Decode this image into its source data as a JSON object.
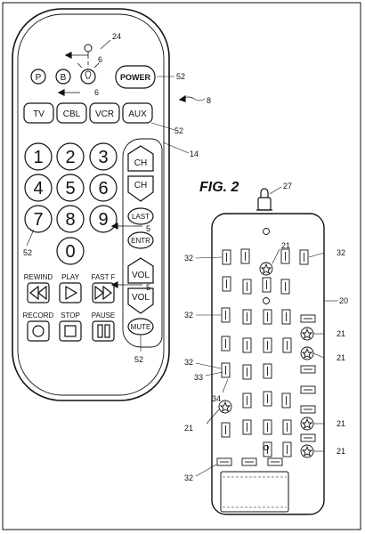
{
  "figure_title": "FIG. 2",
  "remote": {
    "source_buttons": [
      "P",
      "B"
    ],
    "power_label": "POWER",
    "mode_buttons": [
      "TV",
      "CBL",
      "VCR",
      "AUX"
    ],
    "digits": [
      "1",
      "2",
      "3",
      "4",
      "5",
      "6",
      "7",
      "8",
      "9",
      "0"
    ],
    "channel": {
      "up": "CH",
      "down": "CH",
      "last": "LAST",
      "enter": "ENTR"
    },
    "volume": {
      "up": "VOL",
      "down": "VOL",
      "mute": "MUTE"
    },
    "transport_captions": [
      "REWIND",
      "PLAY",
      "FAST F",
      "RECORD",
      "STOP",
      "PAUSE"
    ]
  },
  "reference_numerals": {
    "remote": "8",
    "panel": "14",
    "power": "52",
    "mode_row": "52",
    "digit_7": "52",
    "mute": "52",
    "indicator": "24",
    "arrow_a": "6",
    "arrow_b": "6",
    "section_a": "5",
    "section_b": "5",
    "emitter": "27",
    "board": "20",
    "switch": "32",
    "led": "21",
    "pad_a": "33",
    "pad_b": "34"
  },
  "icons": {
    "led_symbol": "star-in-circle-icon",
    "rewind": "double-left-triangle-icon",
    "play": "right-triangle-icon",
    "fast_forward": "double-right-triangle-icon",
    "record": "circle-icon",
    "stop": "square-icon",
    "pause": "double-bar-icon",
    "indicator": "lightbulb-icon"
  },
  "colors": {
    "ink": "#111111",
    "paper": "#ffffff"
  }
}
